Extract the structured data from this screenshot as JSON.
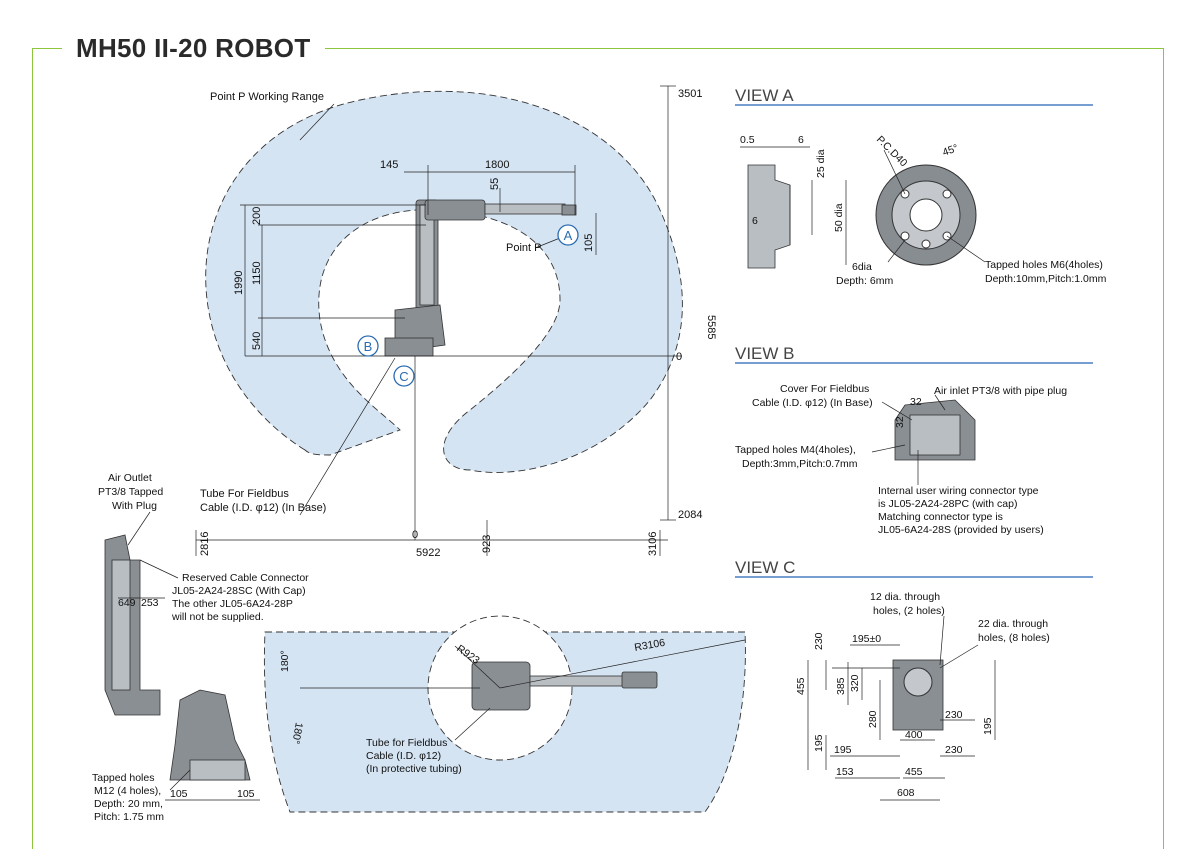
{
  "title": "MH50 II-20 ROBOT",
  "colors": {
    "frame": "#8cc63f",
    "zone": "#d5e4f3",
    "view_underline": "#4a7fc1",
    "callout": "#2b6cb0"
  },
  "side_view": {
    "working_range_label": "Point P Working Range",
    "point_p_label": "Point P",
    "tube_label_1": "Tube For Fieldbus",
    "tube_label_2": "Cable (I.D. φ12) (In Base)",
    "callouts": [
      "A",
      "B",
      "C"
    ],
    "dims": {
      "top": "3501",
      "total_v": "5585",
      "origin": "0",
      "bottom": "2084",
      "arm_offset": "145",
      "arm_len": "1800",
      "d55": "55",
      "d105": "105",
      "d200": "200",
      "d1990": "1990",
      "d1150": "1150",
      "d540": "540",
      "left_h": "2816",
      "total_h": "5922",
      "d923": "923",
      "right_h": "3106",
      "h_zero": "0"
    }
  },
  "view_a": {
    "heading": "VIEW A",
    "d05": "0.5",
    "d6": "6",
    "d25": "25 dia",
    "d50": "50 dia",
    "d6s": "6",
    "pcd": "P.C.D40",
    "angle": "45°",
    "hole_note_1": "6dia",
    "hole_note_2": "Depth: 6mm",
    "tap_note_1": "Tapped holes M6(4holes)",
    "tap_note_2": "Depth:10mm,Pitch:1.0mm"
  },
  "view_b": {
    "heading": "VIEW B",
    "cover_1": "Cover For Fieldbus",
    "cover_2": "Cable (I.D. φ12) (In Base)",
    "air_inlet": "Air inlet PT3/8 with pipe plug",
    "d32a": "32",
    "d32b": "32",
    "tap_1": "Tapped holes M4(4holes),",
    "tap_2": "Depth:3mm,Pitch:0.7mm",
    "conn_1": "Internal user wiring connector type",
    "conn_2": "is JL05-2A24-28PC (with cap)",
    "conn_3": "Matching connector type is",
    "conn_4": "JL05-6A24-28S (provided by users)"
  },
  "view_c": {
    "heading": "VIEW C",
    "hole12_1": "12 dia. through",
    "hole12_2": "holes, (2 holes)",
    "hole22_1": "22 dia. through",
    "hole22_2": "holes, (8 holes)",
    "d230a": "230",
    "d195pm": "195±0",
    "d455": "455",
    "d385": "385",
    "d320": "320",
    "d280": "280",
    "d230b": "230",
    "d195r": "195",
    "d400": "400",
    "d195l": "195",
    "d195b": "195",
    "d230c": "230",
    "d153": "153",
    "d455b": "455",
    "d608": "608"
  },
  "back_view": {
    "air_outlet_1": "Air Outlet",
    "air_outlet_2": "PT3/8 Tapped",
    "air_outlet_3": "With Plug",
    "reserved_1": "Reserved Cable Connector",
    "reserved_2": "JL05-2A24-28SC (With Cap)",
    "reserved_3": "The other JL05-6A24-28P",
    "reserved_4": "will not be supplied.",
    "d649": "649",
    "d253": "253"
  },
  "base_view": {
    "tapped_1": "Tapped holes",
    "tapped_2": "M12 (4 holes),",
    "tapped_3": "Depth: 20 mm,",
    "tapped_4": "Pitch: 1.75 mm",
    "d105a": "105",
    "d105b": "105"
  },
  "top_view": {
    "r923": "R923",
    "r3106": "R3106",
    "a180a": "180°",
    "a180b": "180°",
    "tube_1": "Tube for Fieldbus",
    "tube_2": "Cable (I.D. φ12)",
    "tube_3": "(In protective tubing)"
  }
}
